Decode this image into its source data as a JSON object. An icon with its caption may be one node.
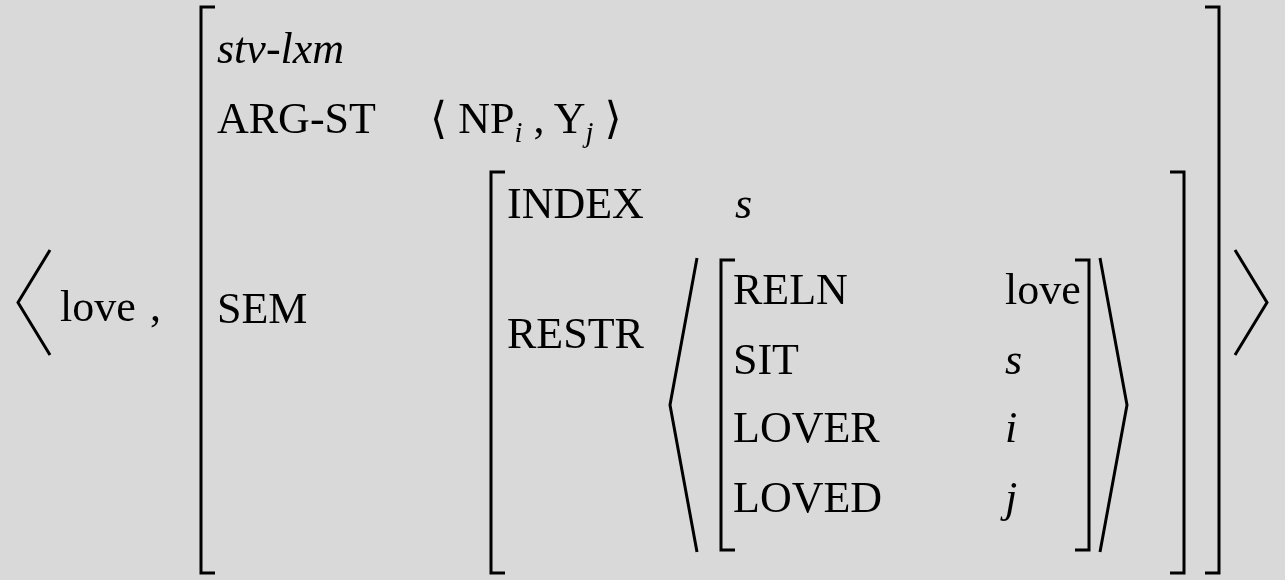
{
  "diagram": {
    "nodes": [
      {
        "text": [
          "love",
          ","
        ]
      },
      {
        "text": [
          "stv-lxm",
          "ARG-ST",
          "⟨ NP$_{i}$ , Y$_{j}$ ⟩",
          "SEM"
        ],
        "in": 0
      },
      {
        "text": [
          "INDEX",
          "s",
          "RESTR"
        ],
        "in": 1
      },
      {
        "text": [
          "RELN",
          "love",
          "SIT",
          "s",
          "LOVER",
          "i",
          "LOVED",
          "j"
        ],
        "in": 2
      }
    ],
    "edges": []
  }
}
